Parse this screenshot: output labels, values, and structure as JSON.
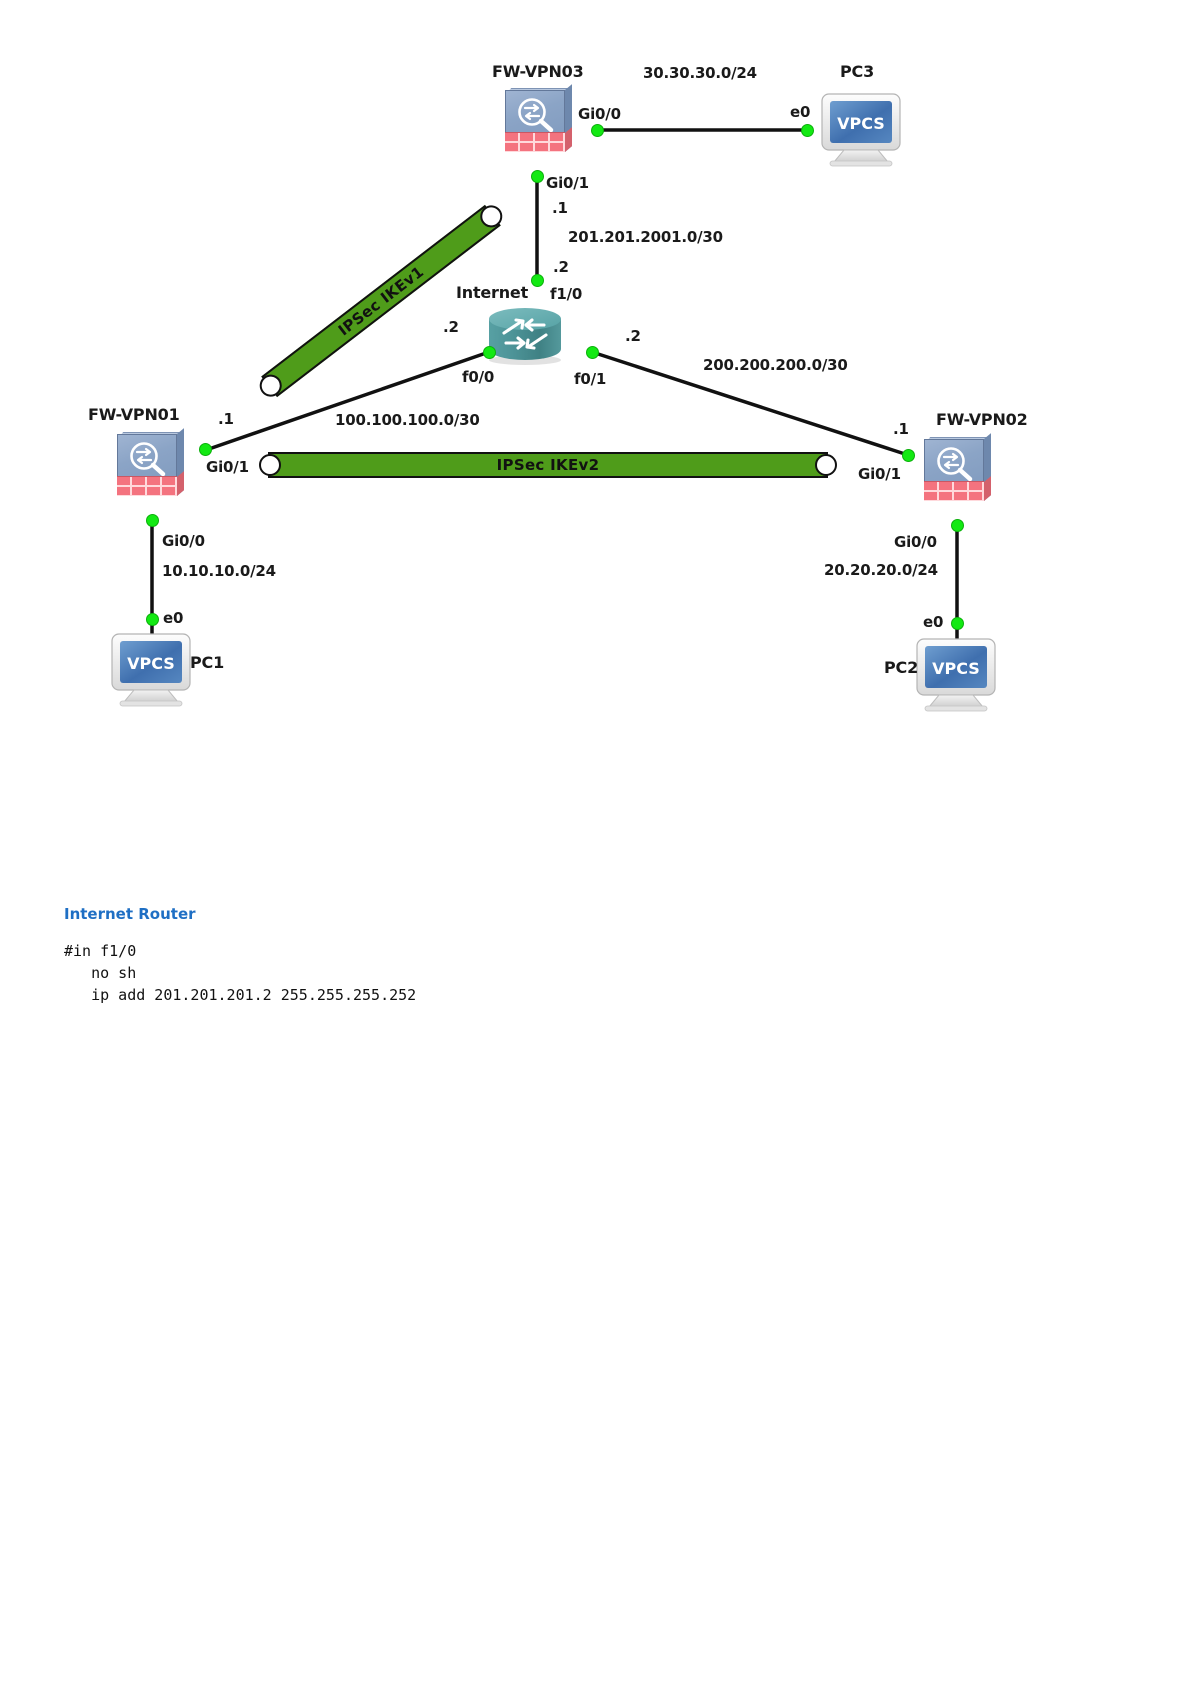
{
  "diagram": {
    "type": "network-topology",
    "nodes": [
      {
        "id": "fw-vpn03",
        "label": "FW-VPN03",
        "kind": "firewall"
      },
      {
        "id": "fw-vpn01",
        "label": "FW-VPN01",
        "kind": "firewall"
      },
      {
        "id": "fw-vpn02",
        "label": "FW-VPN02",
        "kind": "firewall"
      },
      {
        "id": "internet-router",
        "label": "Internet",
        "kind": "router"
      },
      {
        "id": "pc1",
        "label": "PC1",
        "kind": "vpcs",
        "screen_text": "VPCS"
      },
      {
        "id": "pc2",
        "label": "PC2",
        "kind": "vpcs",
        "screen_text": "VPCS"
      },
      {
        "id": "pc3",
        "label": "PC3",
        "kind": "vpcs",
        "screen_text": "VPCS"
      }
    ],
    "interfaces": {
      "fw03_gi00": "Gi0/0",
      "fw03_gi01": "Gi0/1",
      "fw01_gi00": "Gi0/0",
      "fw01_gi01": "Gi0/1",
      "fw02_gi00": "Gi0/0",
      "fw02_gi01": "Gi0/1",
      "rtr_f10": "f1/0",
      "rtr_f00": "f0/0",
      "rtr_f01": "f0/1",
      "pc1_e0": "e0",
      "pc2_e0": "e0",
      "pc3_e0": "e0"
    },
    "subnets": {
      "lan3": "30.30.30.0/24",
      "wan3": "201.201.2001.0/30",
      "lan1": "10.10.10.0/24",
      "wan1": "100.100.100.0/30",
      "lan2": "20.20.20.0/24",
      "wan2": "200.200.200.0/30"
    },
    "host_octets": {
      "fw03_wan": ".1",
      "rtr_f10": ".2",
      "rtr_f00": ".2",
      "rtr_f01": ".2",
      "fw01_wan": ".1",
      "fw02_wan": ".1"
    },
    "tunnels": [
      {
        "id": "ikev1",
        "label": "IPSec IKEv1",
        "color": "#4f9c1a"
      },
      {
        "id": "ikev2",
        "label": "IPSec IKEv2",
        "color": "#4f9c1a"
      }
    ]
  },
  "config": {
    "title": "Internet Router",
    "accent_color": "#1f6fc4",
    "text": "#in f1/0\n   no sh\n   ip add 201.201.201.2 255.255.255.252"
  }
}
